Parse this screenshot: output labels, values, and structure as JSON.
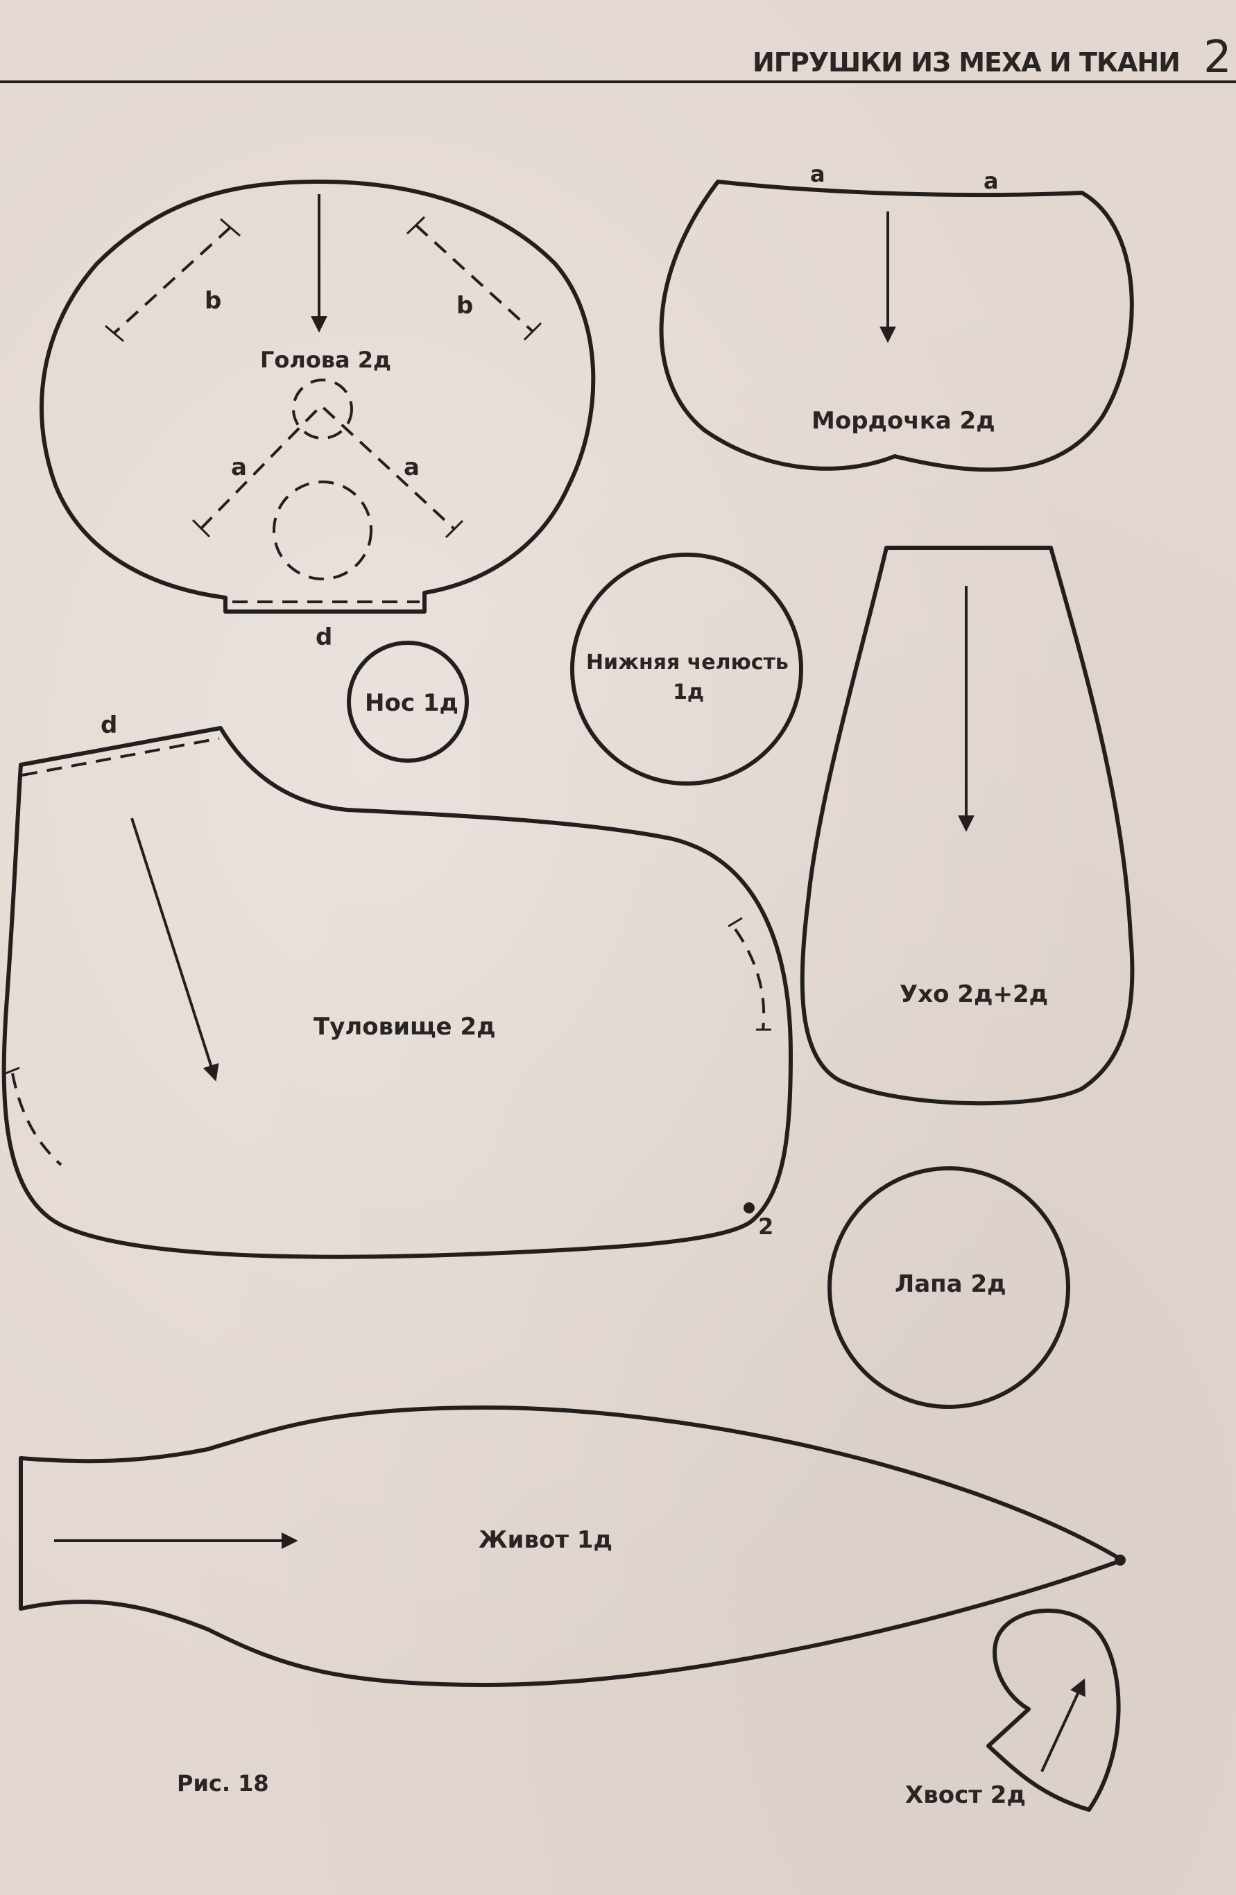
{
  "header": {
    "title": "ИГРУШКИ ИЗ МЕХА И ТКАНИ",
    "page_number": "2"
  },
  "pieces": {
    "head": {
      "label": "Голова 2д",
      "mark_a": "a",
      "mark_b": "b",
      "mark_d": "d"
    },
    "muzzle": {
      "label": "Мордочка 2д",
      "mark_a": "a"
    },
    "nose": {
      "label": "Нос 1д"
    },
    "jaw": {
      "label_line1": "Нижняя челюсть",
      "label_line2": "1д"
    },
    "body": {
      "label": "Туловище 2д",
      "mark_d": "d",
      "mark_2": "2"
    },
    "ear": {
      "label": "Ухо 2д+2д"
    },
    "paw": {
      "label": "Лапа 2д"
    },
    "belly": {
      "label": "Живот 1д"
    },
    "tail": {
      "label": "Хвост 2д"
    }
  },
  "figure_caption": "Рис. 18"
}
